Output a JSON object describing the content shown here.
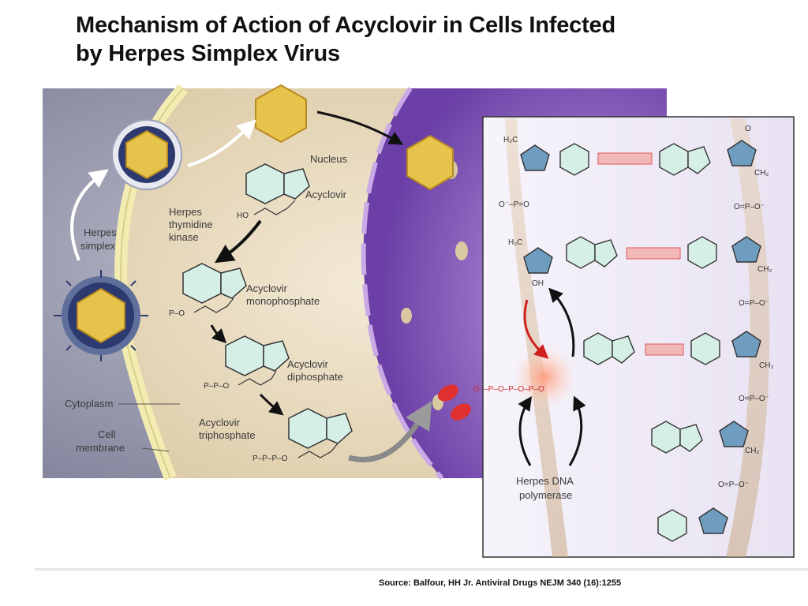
{
  "title": {
    "line1": "Mechanism of Action of Acyclovir in Cells Infected",
    "line2": "by Herpes Simplex Virus"
  },
  "labels": {
    "nucleus": "Nucleus",
    "acyclovir": "Acyclovir",
    "herpes_tk_1": "Herpes",
    "herpes_tk_2": "thymidine",
    "herpes_tk_3": "kinase",
    "herpes_simplex_1": "Herpes",
    "herpes_simplex_2": "simplex",
    "monophosphate_1": "Acyclovir",
    "monophosphate_2": "monophosphate",
    "diphosphate_1": "Acyclovir",
    "diphosphate_2": "diphosphate",
    "triphosphate_1": "Acyclovir",
    "triphosphate_2": "triphosphate",
    "cytoplasm": "Cytoplasm",
    "cell_membrane_1": "Cell",
    "cell_membrane_2": "membrane",
    "polymerase_1": "Herpes DNA",
    "polymerase_2": "polymerase"
  },
  "chem": {
    "ho": "HO",
    "p_o": "P–O",
    "pp_o": "P–P–O",
    "ppp_o": "P–P–P–O",
    "h2c": "H₂C",
    "oh": "OH",
    "o": "O",
    "ch2": "CH₂",
    "phosphate": "O=P–O⁻",
    "phosphate_left": "O⁻–P=O",
    "red_chain": "O⁻–P–O–P–O–P–O"
  },
  "colors": {
    "outer_cell": "#8e8ea6",
    "cytoplasm": "#e9dcc4",
    "membrane": "#f2ebb4",
    "nucleus": "#7b52b2",
    "ring_fill": "#d6efe6",
    "sugar_fill": "#6f9dc0",
    "red_highlight": "#e03030"
  },
  "source": "Source: Balfour, HH Jr. Antiviral Drugs  NEJM 340 (16):1255"
}
